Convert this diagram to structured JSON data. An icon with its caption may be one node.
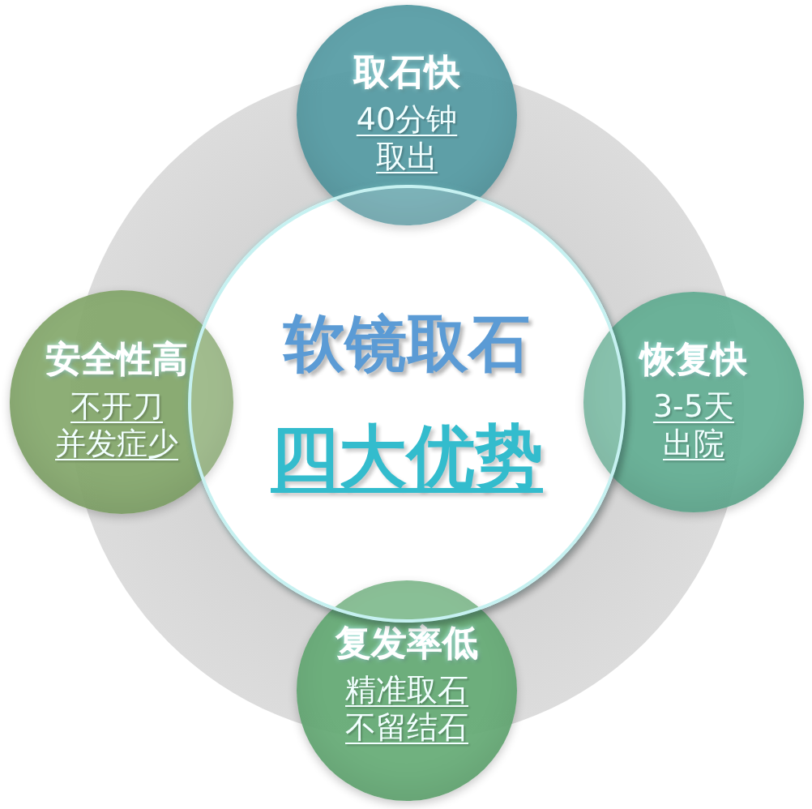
{
  "diagram": {
    "nodes": [
      {
        "text": [
          "软镜取石",
          "四大优势"
        ]
      },
      {
        "text": [
          "取石快",
          "40分钟",
          "取出"
        ]
      },
      {
        "text": [
          "恢复快",
          "3-5天",
          "出院"
        ]
      },
      {
        "text": [
          "复发率低",
          "精准取石",
          "不留结石"
        ]
      },
      {
        "text": [
          "安全性高",
          "不开刀",
          "并发症少"
        ]
      }
    ]
  }
}
